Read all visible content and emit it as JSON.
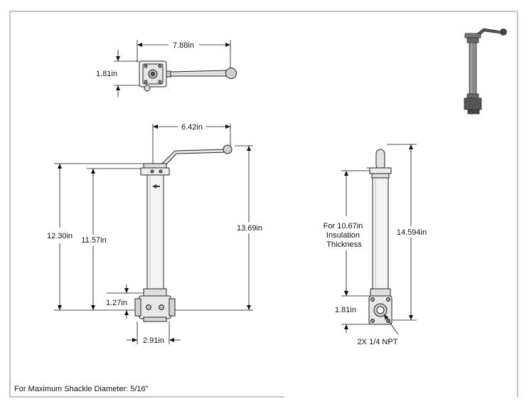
{
  "top_view": {
    "width_label": "7.88in",
    "height_label": "1.81in"
  },
  "front_view": {
    "handle_span_label": "6.42in",
    "overall_height_label": "12.30in",
    "stem_height_label": "11.57in",
    "total_height_label": "13.69in",
    "body_height_label": "1.27in",
    "body_width_label": "2.91in"
  },
  "side_view": {
    "insulation_note_lines": [
      "For 10.67in",
      "Insulation",
      "Thickness"
    ],
    "total_height_label": "14.594in",
    "body_height_label": "1.81in",
    "port_label": "2X 1/4 NPT"
  },
  "footer": {
    "note": "For Maximum Shackle Diameter: 5/16\""
  }
}
